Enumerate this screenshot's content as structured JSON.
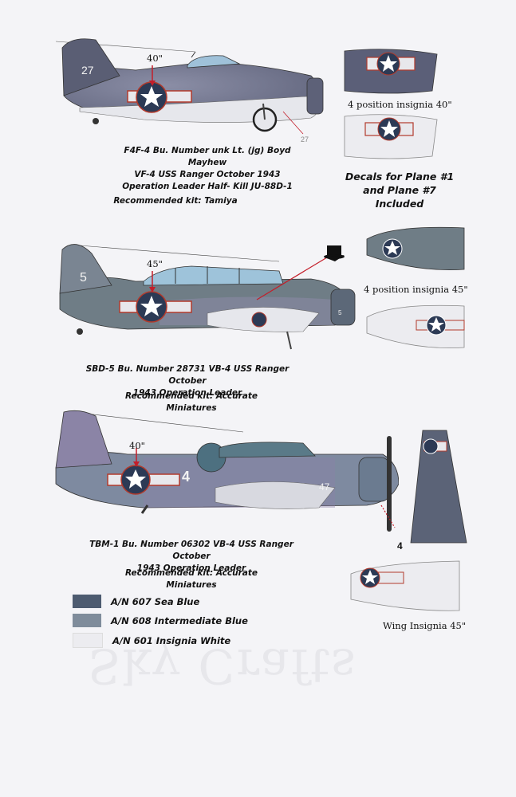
{
  "plane1": {
    "size_label": "40\"",
    "number": "27",
    "tail_number": "27",
    "caption_lines": [
      "F4F-4 Bu. Number unk Lt. (jg) Boyd  Mayhew",
      "VF-4 USS Ranger October 1943",
      "Operation Leader  Half- Kill JU-88D-1"
    ],
    "kit": "Recommended kit: Tamiya",
    "insignia_note": "4 position insignia 40\""
  },
  "decals_note": [
    "Decals for Plane #1",
    "and Plane #7 Included"
  ],
  "plane2": {
    "size_label": "45\"",
    "number": "5",
    "cowl_number": "5",
    "caption_lines": [
      "SBD-5 Bu. Number 28731 VB-4 USS Ranger October",
      "1943 Operation Leader"
    ],
    "kit": "Recommended kit: Accurate Miniatures",
    "insignia_note": "4 position insignia 45\""
  },
  "plane3": {
    "size_label": "40\"",
    "number": "4",
    "nose_number": "47",
    "callout_number": "4",
    "caption_lines": [
      "TBM-1 Bu. Number 06302 VB-4 USS Ranger October",
      "1943 Operation Leader"
    ],
    "kit": "Recommended kit: Accurate Miniatures",
    "insignia_note": "Wing Insignia 45\""
  },
  "legend": [
    {
      "label": "A/N 607 Sea Blue",
      "color": "#4d5b70"
    },
    {
      "label": "A/N 608 Intermediate Blue",
      "color": "#7f8c9b"
    },
    {
      "label": "A/N 601 Insignia White",
      "color": "#ececf0"
    }
  ],
  "watermark": "Sky Crafts",
  "colors": {
    "sea_blue": "#4d5b70",
    "intermediate_blue": "#7f8c9b",
    "insignia_white": "#ececf0",
    "insignia_red": "#b23a2c",
    "insignia_blue": "#2c3a55",
    "pointer_red": "#c41e2a"
  }
}
